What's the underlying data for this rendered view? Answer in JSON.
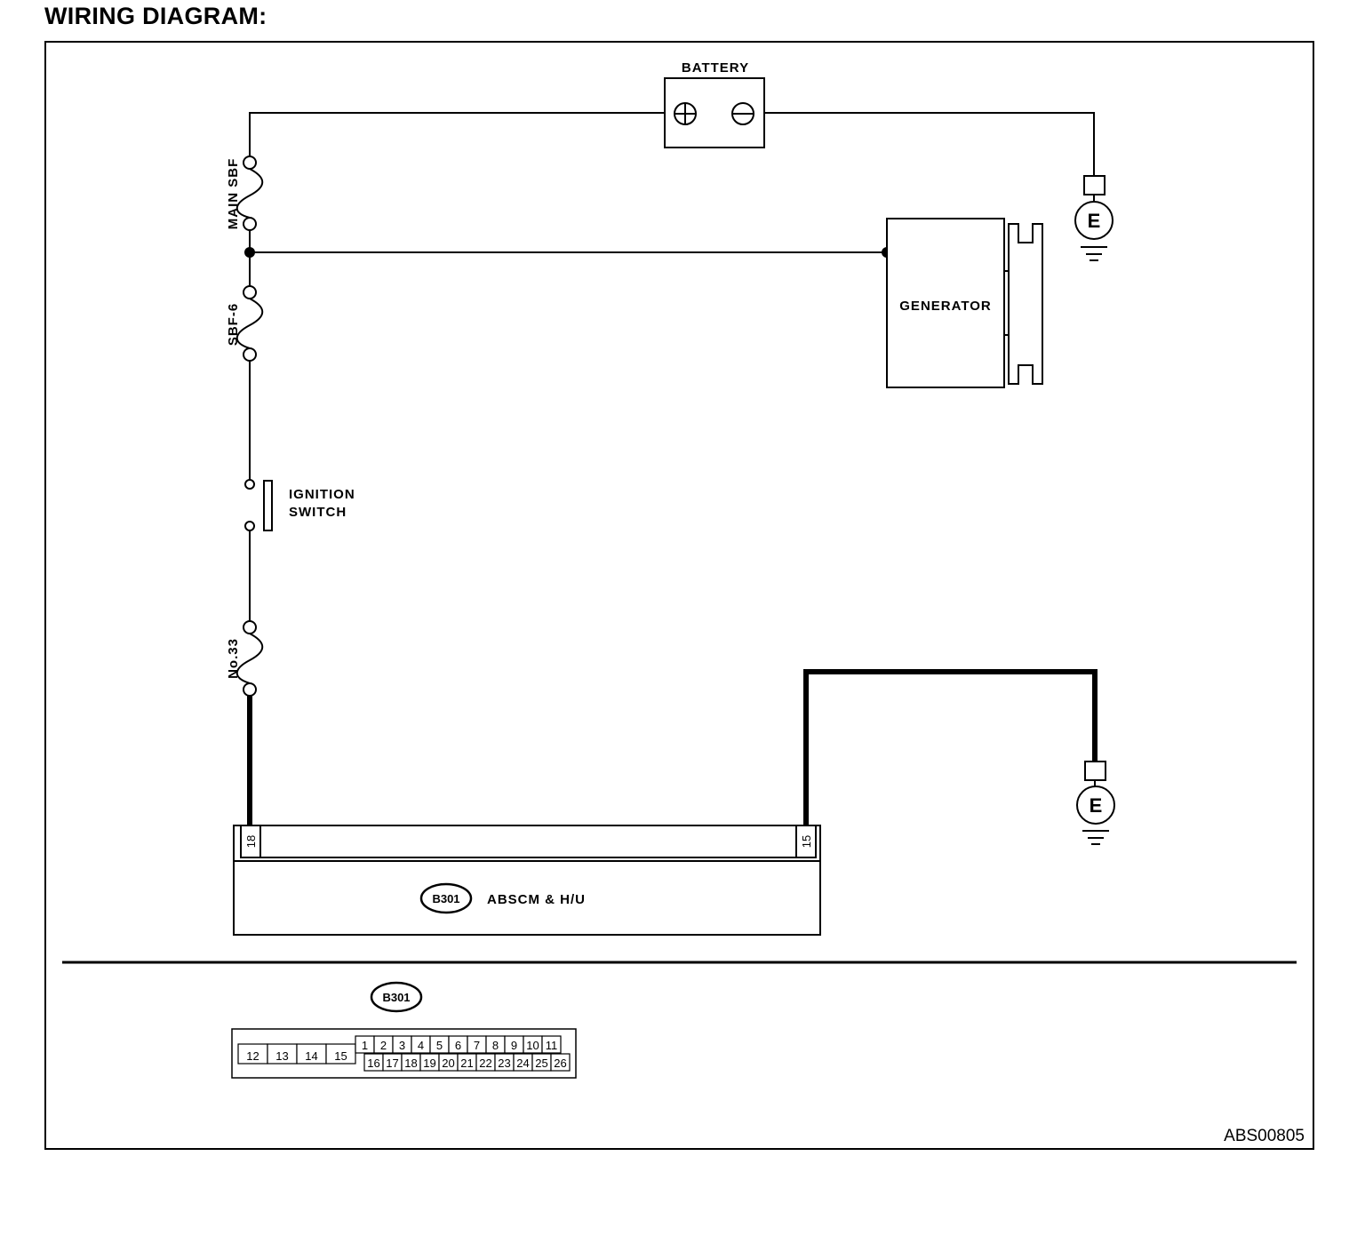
{
  "page": {
    "title": "WIRING DIAGRAM:",
    "figure_id": "ABS00805"
  },
  "components": {
    "battery": {
      "label": "BATTERY"
    },
    "generator": {
      "label": "GENERATOR"
    },
    "main_sbf": {
      "label": "MAIN SBF"
    },
    "sbf6": {
      "label": "SBF-6"
    },
    "ignition_switch": {
      "line1": "IGNITION",
      "line2": "SWITCH"
    },
    "fuse33": {
      "label": "No.33"
    },
    "abscm": {
      "connector_id": "B301",
      "label": "ABSCM & H/U",
      "pin_left": "18",
      "pin_right": "15"
    },
    "ground": {
      "label": "E"
    }
  },
  "connector_view": {
    "id": "B301",
    "left_block": [
      "12",
      "13",
      "14",
      "15"
    ],
    "top_row": [
      "1",
      "2",
      "3",
      "4",
      "5",
      "6",
      "7",
      "8",
      "9",
      "10",
      "11"
    ],
    "bottom_row": [
      "16",
      "17",
      "18",
      "19",
      "20",
      "21",
      "22",
      "23",
      "24",
      "25",
      "26"
    ]
  }
}
